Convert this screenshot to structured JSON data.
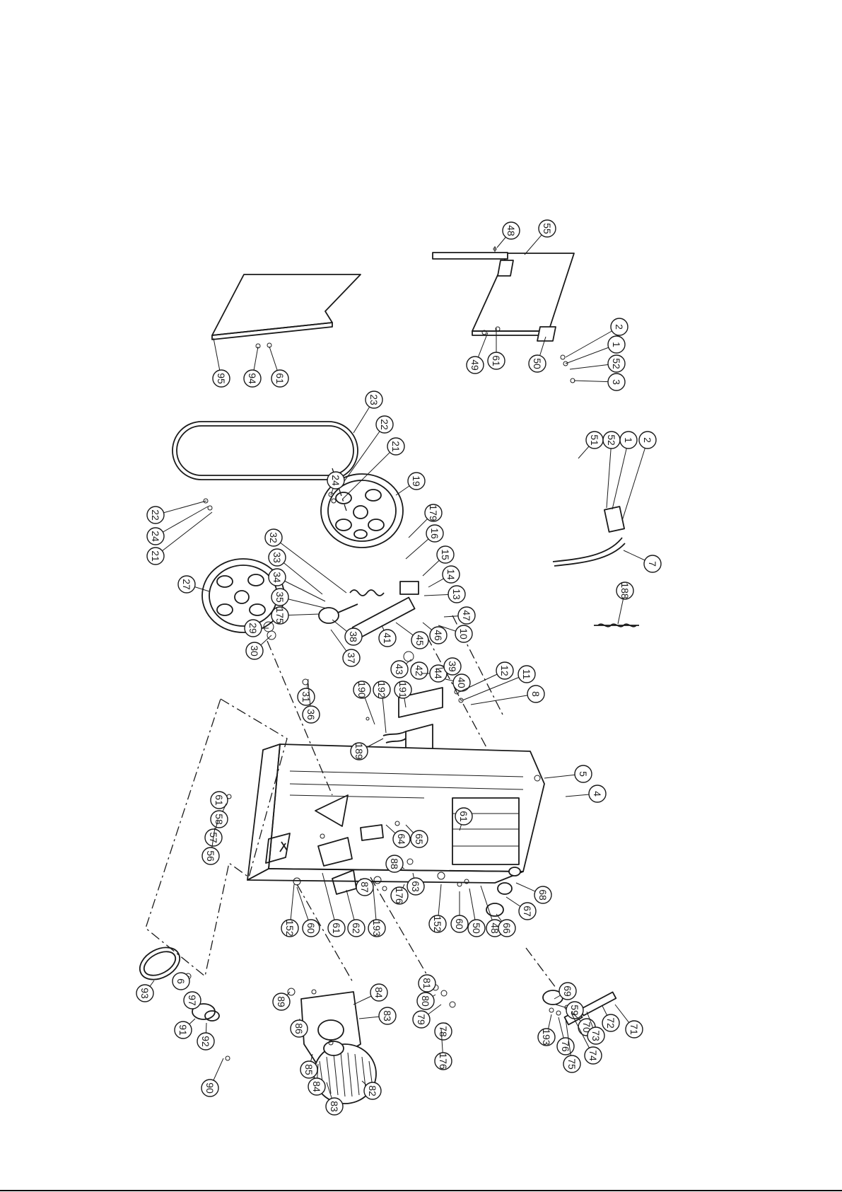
{
  "diagram": {
    "type": "exploded-parts-view",
    "orientation_degrees": 90,
    "colors": {
      "line": "#1a1a1a",
      "background": "#ffffff"
    },
    "callouts": [
      {
        "label": "48"
      },
      {
        "label": "55"
      },
      {
        "label": "49"
      },
      {
        "label": "61"
      },
      {
        "label": "50"
      },
      {
        "label": "2"
      },
      {
        "label": "1"
      },
      {
        "label": "52"
      },
      {
        "label": "3"
      },
      {
        "label": "95"
      },
      {
        "label": "94"
      },
      {
        "label": "61"
      },
      {
        "label": "23"
      },
      {
        "label": "22"
      },
      {
        "label": "21"
      },
      {
        "label": "24"
      },
      {
        "label": "19"
      },
      {
        "label": "51"
      },
      {
        "label": "52"
      },
      {
        "label": "1"
      },
      {
        "label": "2"
      },
      {
        "label": "7"
      },
      {
        "label": "22"
      },
      {
        "label": "24"
      },
      {
        "label": "21"
      },
      {
        "label": "27"
      },
      {
        "label": "32"
      },
      {
        "label": "33"
      },
      {
        "label": "34"
      },
      {
        "label": "35"
      },
      {
        "label": "175"
      },
      {
        "label": "179"
      },
      {
        "label": "16"
      },
      {
        "label": "15"
      },
      {
        "label": "14"
      },
      {
        "label": "13"
      },
      {
        "label": "47"
      },
      {
        "label": "10"
      },
      {
        "label": "46"
      },
      {
        "label": "45"
      },
      {
        "label": "41"
      },
      {
        "label": "38"
      },
      {
        "label": "37"
      },
      {
        "label": "29"
      },
      {
        "label": "30"
      },
      {
        "label": "188"
      },
      {
        "label": "43"
      },
      {
        "label": "42"
      },
      {
        "label": "44"
      },
      {
        "label": "39"
      },
      {
        "label": "40"
      },
      {
        "label": "12"
      },
      {
        "label": "11"
      },
      {
        "label": "8"
      },
      {
        "label": "190"
      },
      {
        "label": "192"
      },
      {
        "label": "191"
      },
      {
        "label": "189"
      },
      {
        "label": "31"
      },
      {
        "label": "36"
      },
      {
        "label": "5"
      },
      {
        "label": "4"
      },
      {
        "label": "61"
      },
      {
        "label": "58"
      },
      {
        "label": "57"
      },
      {
        "label": "56"
      },
      {
        "label": "64"
      },
      {
        "label": "65"
      },
      {
        "label": "61"
      },
      {
        "label": "88"
      },
      {
        "label": "176"
      },
      {
        "label": "63"
      },
      {
        "label": "152"
      },
      {
        "label": "60"
      },
      {
        "label": "61"
      },
      {
        "label": "62"
      },
      {
        "label": "193"
      },
      {
        "label": "87"
      },
      {
        "label": "152"
      },
      {
        "label": "60"
      },
      {
        "label": "50"
      },
      {
        "label": "48"
      },
      {
        "label": "68"
      },
      {
        "label": "67"
      },
      {
        "label": "66"
      },
      {
        "label": "69"
      },
      {
        "label": "59"
      },
      {
        "label": "70"
      },
      {
        "label": "193"
      },
      {
        "label": "76"
      },
      {
        "label": "75"
      },
      {
        "label": "74"
      },
      {
        "label": "73"
      },
      {
        "label": "72"
      },
      {
        "label": "71"
      },
      {
        "label": "93"
      },
      {
        "label": "6"
      },
      {
        "label": "97"
      },
      {
        "label": "91"
      },
      {
        "label": "92"
      },
      {
        "label": "90"
      },
      {
        "label": "89"
      },
      {
        "label": "86"
      },
      {
        "label": "84"
      },
      {
        "label": "83"
      },
      {
        "label": "85"
      },
      {
        "label": "84"
      },
      {
        "label": "83"
      },
      {
        "label": "82"
      },
      {
        "label": "81"
      },
      {
        "label": "80"
      },
      {
        "label": "79"
      },
      {
        "label": "78"
      },
      {
        "label": "176"
      }
    ]
  }
}
